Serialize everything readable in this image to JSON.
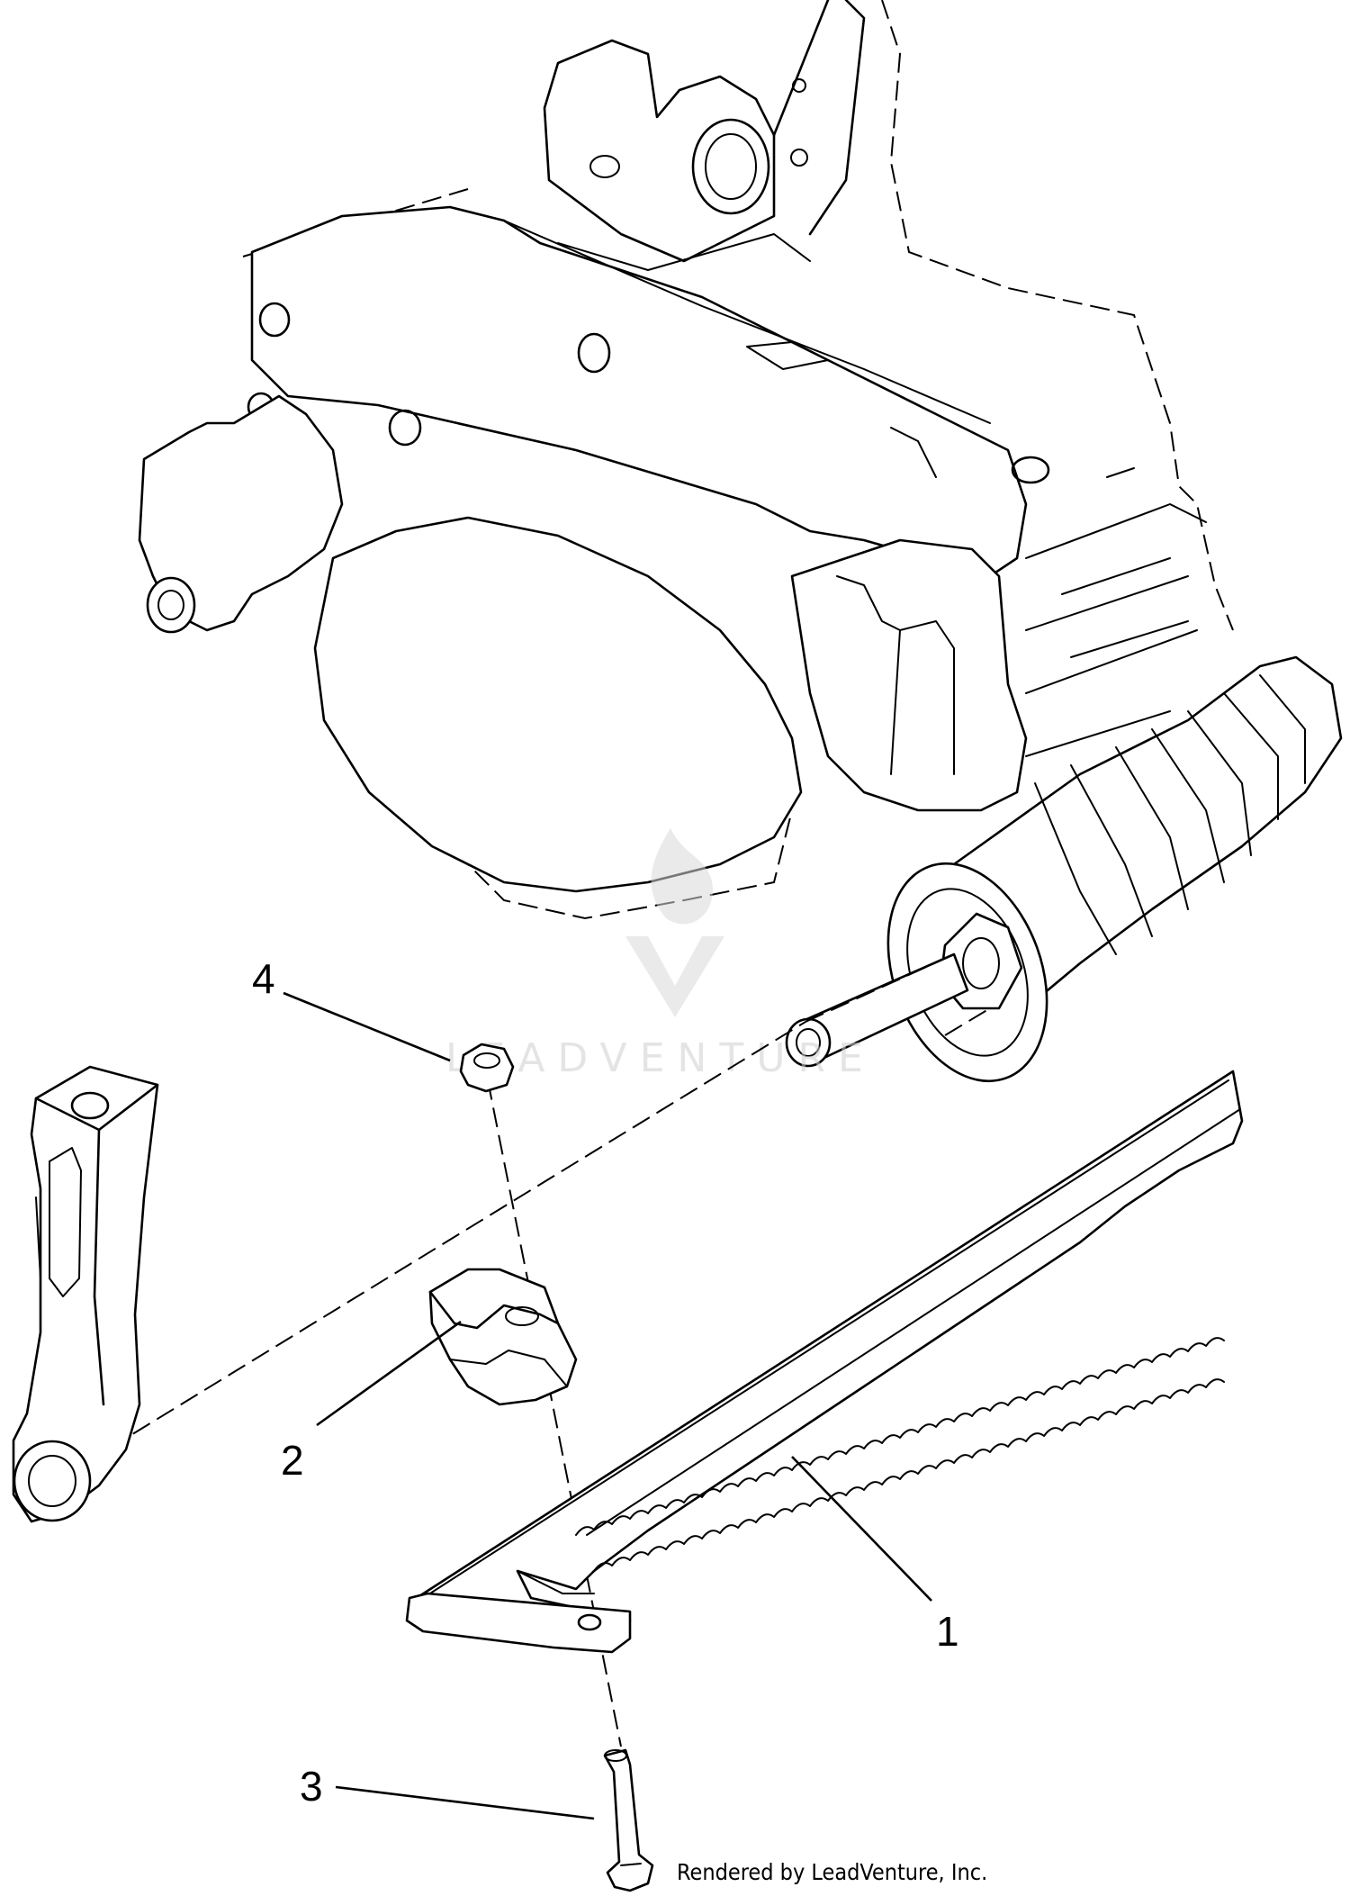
{
  "callouts": [
    {
      "id": "1",
      "label": "1"
    },
    {
      "id": "2",
      "label": "2"
    },
    {
      "id": "3",
      "label": "3"
    },
    {
      "id": "4",
      "label": "4"
    }
  ],
  "watermark": {
    "text": "LEADVENTURE"
  },
  "credit": "Rendered by LeadVenture, Inc."
}
